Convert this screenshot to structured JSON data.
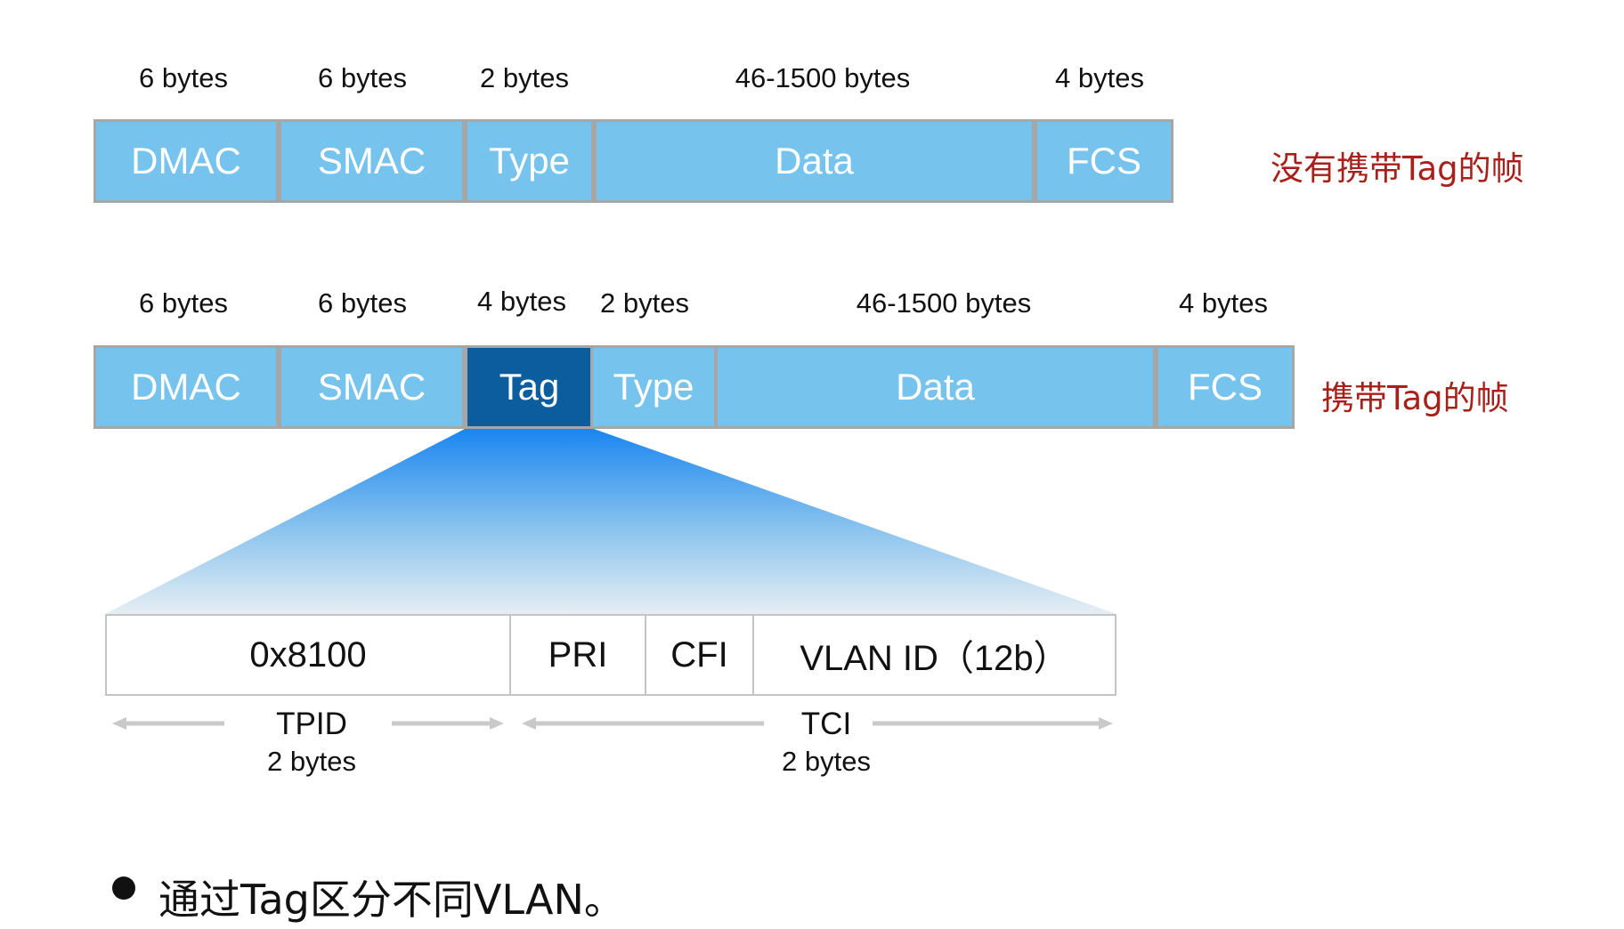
{
  "untagged_frame": {
    "caption": "没有携带Tag的帧",
    "fields": [
      {
        "name": "DMAC",
        "size": "6 bytes"
      },
      {
        "name": "SMAC",
        "size": "6 bytes"
      },
      {
        "name": "Type",
        "size": "2 bytes"
      },
      {
        "name": "Data",
        "size": "46-1500 bytes"
      },
      {
        "name": "FCS",
        "size": "4 bytes"
      }
    ]
  },
  "tagged_frame": {
    "caption": "携带Tag的帧",
    "fields": [
      {
        "name": "DMAC",
        "size": "6 bytes"
      },
      {
        "name": "SMAC",
        "size": "6 bytes"
      },
      {
        "name": "Tag",
        "size": "4 bytes"
      },
      {
        "name": "Type",
        "size": "2 bytes"
      },
      {
        "name": "Data",
        "size": "46-1500 bytes"
      },
      {
        "name": "FCS",
        "size": "4 bytes"
      }
    ]
  },
  "tag_detail": {
    "fields": [
      "0x8100",
      "PRI",
      "CFI",
      "VLAN ID（12b）"
    ],
    "groups": [
      {
        "name": "TPID",
        "size": "2 bytes"
      },
      {
        "name": "TCI",
        "size": "2 bytes"
      }
    ]
  },
  "colors": {
    "field_fill": "#76c3ee",
    "tag_fill": "#0b5d9e",
    "caption": "#a8201a"
  },
  "note": "通过Tag区分不同VLAN。"
}
